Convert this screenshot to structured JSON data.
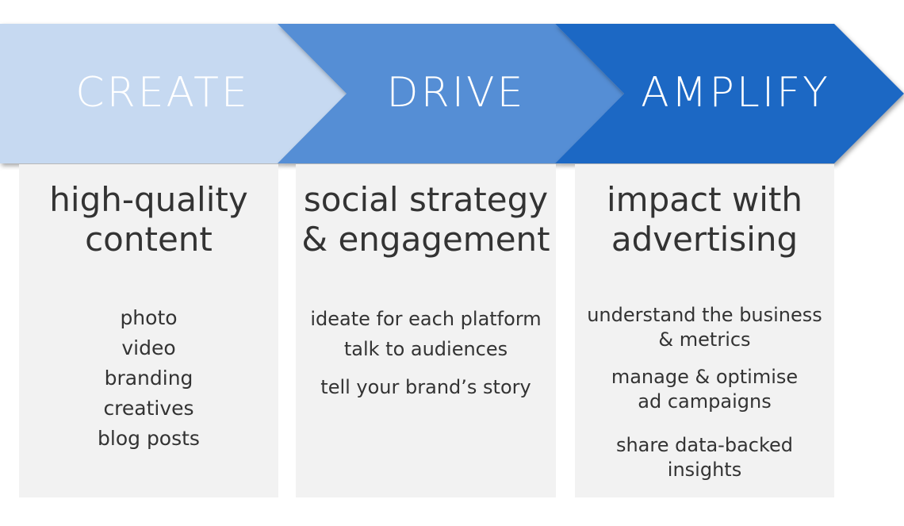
{
  "stages": [
    {
      "label": "CREATE",
      "color": "#c6d9f1",
      "heading": [
        "high-quality",
        "content"
      ],
      "items": [
        [
          "photo"
        ],
        [
          "video"
        ],
        [
          "branding"
        ],
        [
          "creatives"
        ],
        [
          "blog posts"
        ]
      ]
    },
    {
      "label": "DRIVE",
      "color": "#558ed5",
      "heading": [
        "social strategy",
        "& engagement"
      ],
      "items": [
        [
          "ideate for each platform"
        ],
        [
          "talk to audiences"
        ],
        [
          "tell your brand’s story"
        ]
      ]
    },
    {
      "label": "AMPLIFY",
      "color": "#1f67c4",
      "heading": [
        "impact with",
        "advertising"
      ],
      "items": [
        [
          "understand the business",
          "& metrics"
        ],
        [
          "manage & optimise",
          "ad campaigns"
        ],
        [
          "share data-backed",
          "insights"
        ]
      ]
    }
  ],
  "colors": {
    "column_bg": "#f2f2f2",
    "text": "#333333",
    "arrow_text": "#ffffff"
  }
}
